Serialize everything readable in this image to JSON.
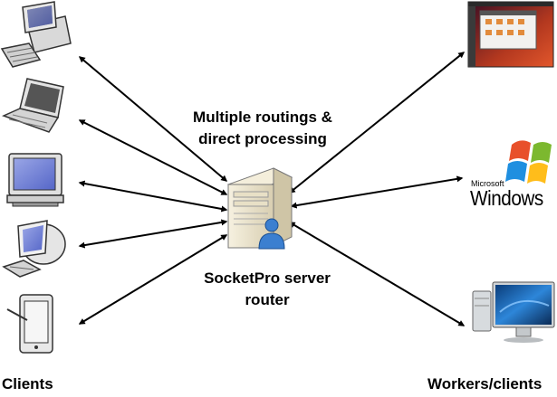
{
  "labels": {
    "routing_line1": "Multiple routings &",
    "routing_line2": "direct processing",
    "server_line1": "SocketPro server",
    "server_line2": "router",
    "clients": "Clients",
    "workers": "Workers/clients"
  },
  "windows_logo": {
    "vendor": "Microsoft",
    "product": "Windows"
  },
  "icons": {
    "clients": [
      "desktop-pc-icon",
      "laptop-icon",
      "crt-monitor-icon",
      "imac-icon",
      "tablet-icon"
    ],
    "server": "server-tower-icon",
    "user": "user-icon",
    "workers": [
      "ubuntu-desktop-screenshot",
      "windows-logo",
      "mac-display-icon"
    ]
  },
  "colors": {
    "arrow": "#000000",
    "server_beige": "#efe8d2",
    "user_blue": "#3b7fd0",
    "ubuntu_orange": "#d9442d",
    "mac_blue": "#2d86d9"
  }
}
